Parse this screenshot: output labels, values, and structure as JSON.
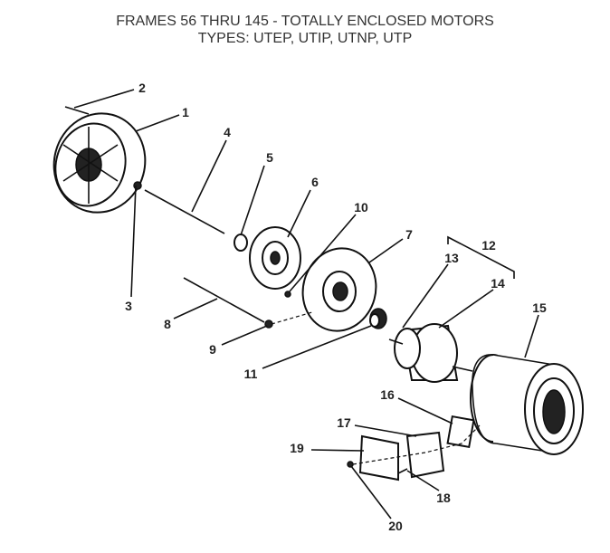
{
  "title": {
    "line1": "FRAMES 56 THRU 145 - TOTALLY ENCLOSED MOTORS",
    "line2": "TYPES: UTEP, UTIP, UTNP, UTP"
  },
  "callouts": [
    "1",
    "2",
    "3",
    "4",
    "5",
    "6",
    "7",
    "8",
    "9",
    "10",
    "11",
    "12",
    "13",
    "14",
    "15",
    "16",
    "17",
    "18",
    "19",
    "20"
  ]
}
